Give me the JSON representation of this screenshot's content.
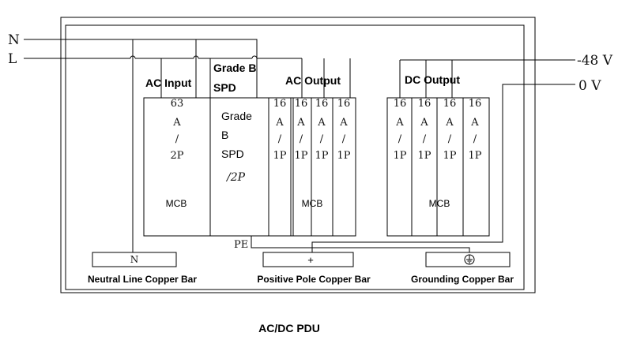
{
  "lines": {
    "neutral": "N",
    "live": "L",
    "dc_negative": "-48 V",
    "dc_zero": "0 V",
    "protective_earth": "PE"
  },
  "sections": {
    "ac_input": "AC Input",
    "spd_header": [
      "Grade B",
      "SPD"
    ],
    "ac_output": "AC Output",
    "dc_output": "DC Output"
  },
  "input_breaker": {
    "rating_lines": [
      "63",
      "A",
      "/",
      "2P"
    ],
    "label": "MCB"
  },
  "spd": {
    "lines": [
      "Grade",
      "B",
      "SPD"
    ],
    "rating": "/2P"
  },
  "ac_output_breakers": {
    "rating_lines": [
      "16",
      "A",
      "/",
      "1P"
    ],
    "count": 4,
    "label": "MCB"
  },
  "dc_output_breakers": {
    "rating_lines": [
      "16",
      "A",
      "/",
      "1P"
    ],
    "count": 4,
    "label": "MCB"
  },
  "copper_bars": {
    "neutral": {
      "symbol": "N",
      "label": "Neutral Line Copper Bar"
    },
    "positive": {
      "symbol": "+",
      "label": "Positive Pole Copper Bar"
    },
    "grounding": {
      "symbol": "ground-symbol",
      "label": "Grounding Copper Bar"
    }
  },
  "title": "AC/DC PDU"
}
